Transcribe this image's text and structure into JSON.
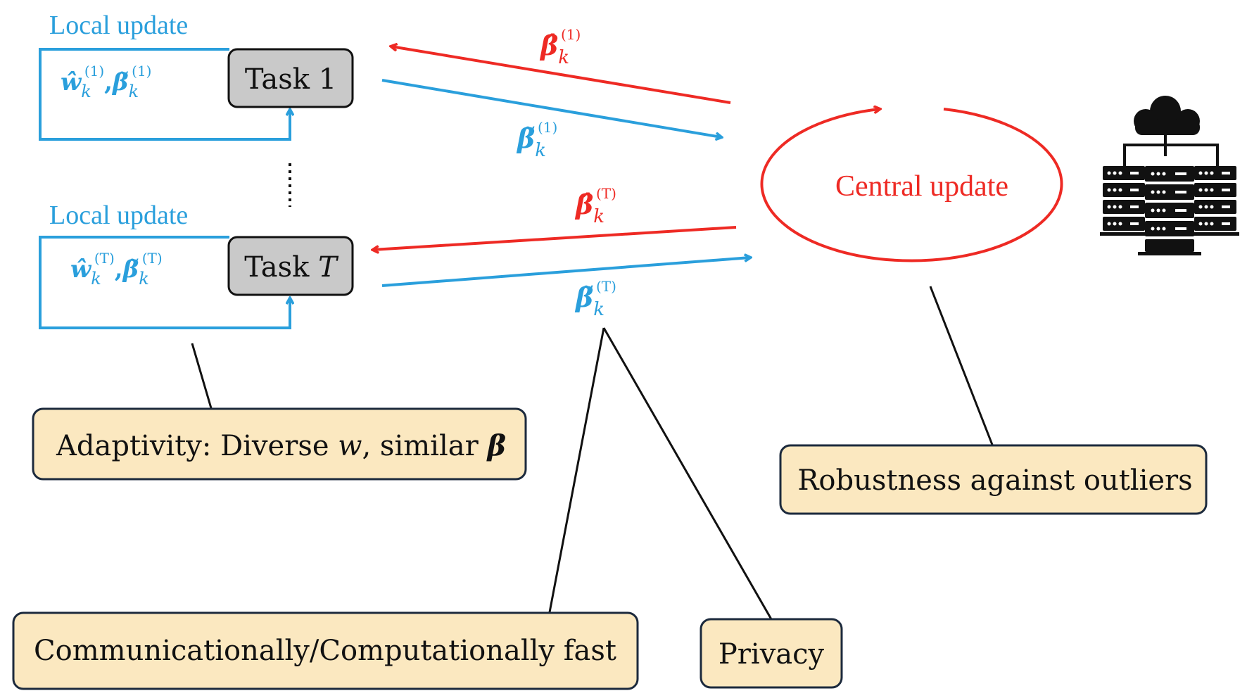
{
  "colors": {
    "blue": "#2a9fdc",
    "red": "#ee2a24",
    "task_fill": "#c9c9c9",
    "note_fill": "#fbe8c0",
    "note_border": "#1c2a3d",
    "black": "#111111"
  },
  "local_update_label_1": "Local update",
  "local_update_label_T": "Local update",
  "task_1_label": "Task 1",
  "task_T_label_prefix": "Task ",
  "task_T_label_var": "T",
  "ellipsis": "⋮",
  "local_vars_1": {
    "w_base": "ŵ",
    "w_sub": "k",
    "w_sup": "(1)",
    "sep": ",",
    "beta_base": "β̃",
    "beta_sub": "k",
    "beta_sup": "(1)"
  },
  "local_vars_T": {
    "w_base": "ŵ",
    "w_sub": "k",
    "w_sup": "(T)",
    "sep": ",",
    "beta_base": "β̃",
    "beta_sub": "k",
    "beta_sup": "(T)"
  },
  "arrow_labels": {
    "red_1": {
      "base": "β̂",
      "sub": "k",
      "sup": "(1)"
    },
    "blue_1": {
      "base": "β̃",
      "sub": "k",
      "sup": "(1)"
    },
    "red_T": {
      "base": "β̂",
      "sub": "k",
      "sup": "(T)"
    },
    "blue_T": {
      "base": "β̃",
      "sub": "k",
      "sup": "(T)"
    }
  },
  "central_update_label": "Central update",
  "server_icon": "server-cloud-icon",
  "notes": {
    "adaptivity_prefix": "Adaptivity: Diverse ",
    "adaptivity_w": "w",
    "adaptivity_mid": ", similar ",
    "adaptivity_beta": "β",
    "robustness": "Robustness against outliers",
    "communication": "Communicationally/Computationally fast",
    "privacy": "Privacy"
  }
}
